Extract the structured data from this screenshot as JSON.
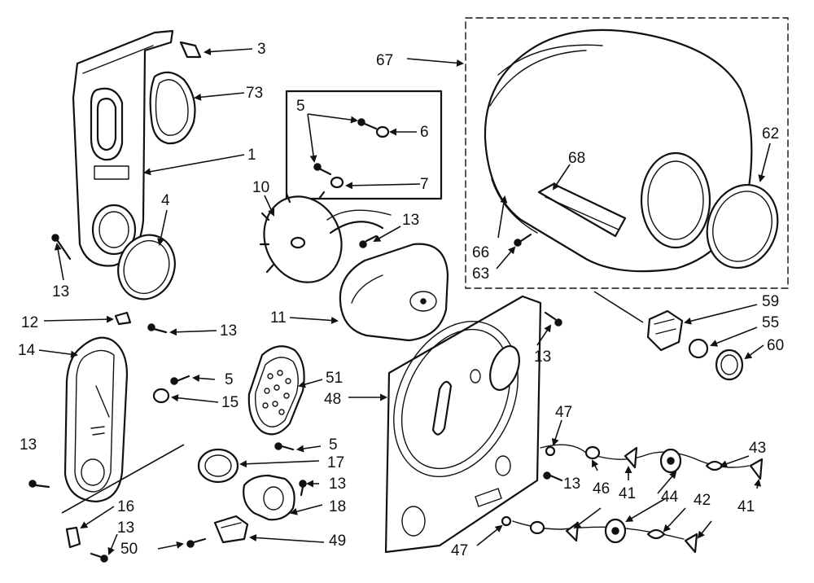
{
  "labels": {
    "l3": "3",
    "l73": "73",
    "l1": "1",
    "l4": "4",
    "l13a": "13",
    "l13b": "13",
    "l13c": "13",
    "l13d": "13",
    "l13e": "13",
    "l13f": "13",
    "l13g": "13",
    "l13h": "13",
    "l5a": "5",
    "l5b": "5",
    "l5c": "5",
    "l6": "6",
    "l7": "7",
    "l10": "10",
    "l11": "11",
    "l67": "67",
    "l68": "68",
    "l62": "62",
    "l66": "66",
    "l63": "63",
    "l59": "59",
    "l55": "55",
    "l60": "60",
    "l12": "12",
    "l14": "14",
    "l15": "15",
    "l51": "51",
    "l48": "48",
    "l47a": "47",
    "l47b": "47",
    "l17": "17",
    "l18": "18",
    "l49": "49",
    "l50": "50",
    "l16": "16",
    "l46": "46",
    "l41a": "41",
    "l41b": "41",
    "l44": "44",
    "l42": "42",
    "l43": "43"
  }
}
